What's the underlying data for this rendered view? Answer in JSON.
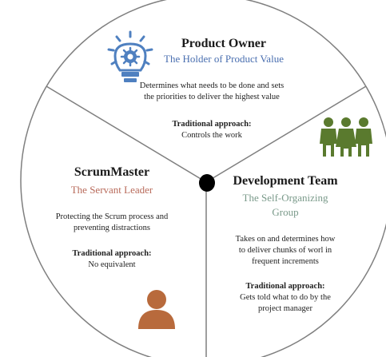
{
  "colors": {
    "circle_stroke": "#7f7f7f",
    "hub": "#000000",
    "icon_blue": "#4f80c0",
    "team_green": "#5a7a2e",
    "person_brown": "#b86a3c",
    "subtitle_po": "#4a6fb0",
    "subtitle_sm": "#b86a5a",
    "subtitle_dt": "#7a9a8a"
  },
  "icons": {
    "product_owner": "lightbulb-gear-icon",
    "development_team": "team-icon",
    "scrum_master": "person-icon"
  },
  "product_owner": {
    "title": "Product Owner",
    "subtitle": "The Holder of Product Value",
    "desc_line1": "Determines  what needs to be done and sets",
    "desc_line2": "the priorities to deliver  the highest  value",
    "approach_label": "Traditional approach:",
    "approach_text": "Controls the work"
  },
  "scrum_master": {
    "title": "ScrumMaster",
    "subtitle": "The Servant Leader",
    "desc_line1": "Protecting  the Scrum process and",
    "desc_line2": "preventing  distractions",
    "approach_label": "Traditional approach:",
    "approach_text": "No equivalent"
  },
  "development_team": {
    "title": "Development Team",
    "subtitle_line1": "The Self-Organizing",
    "subtitle_line2": "Group",
    "desc_line1": "Takes on and determines  how",
    "desc_line2": "to deliver  chunks of worl in",
    "desc_line3": "frequent  increments",
    "approach_label": "Traditional approach:",
    "approach_line1": "Gets told what to do by the",
    "approach_line2": "project manager"
  }
}
